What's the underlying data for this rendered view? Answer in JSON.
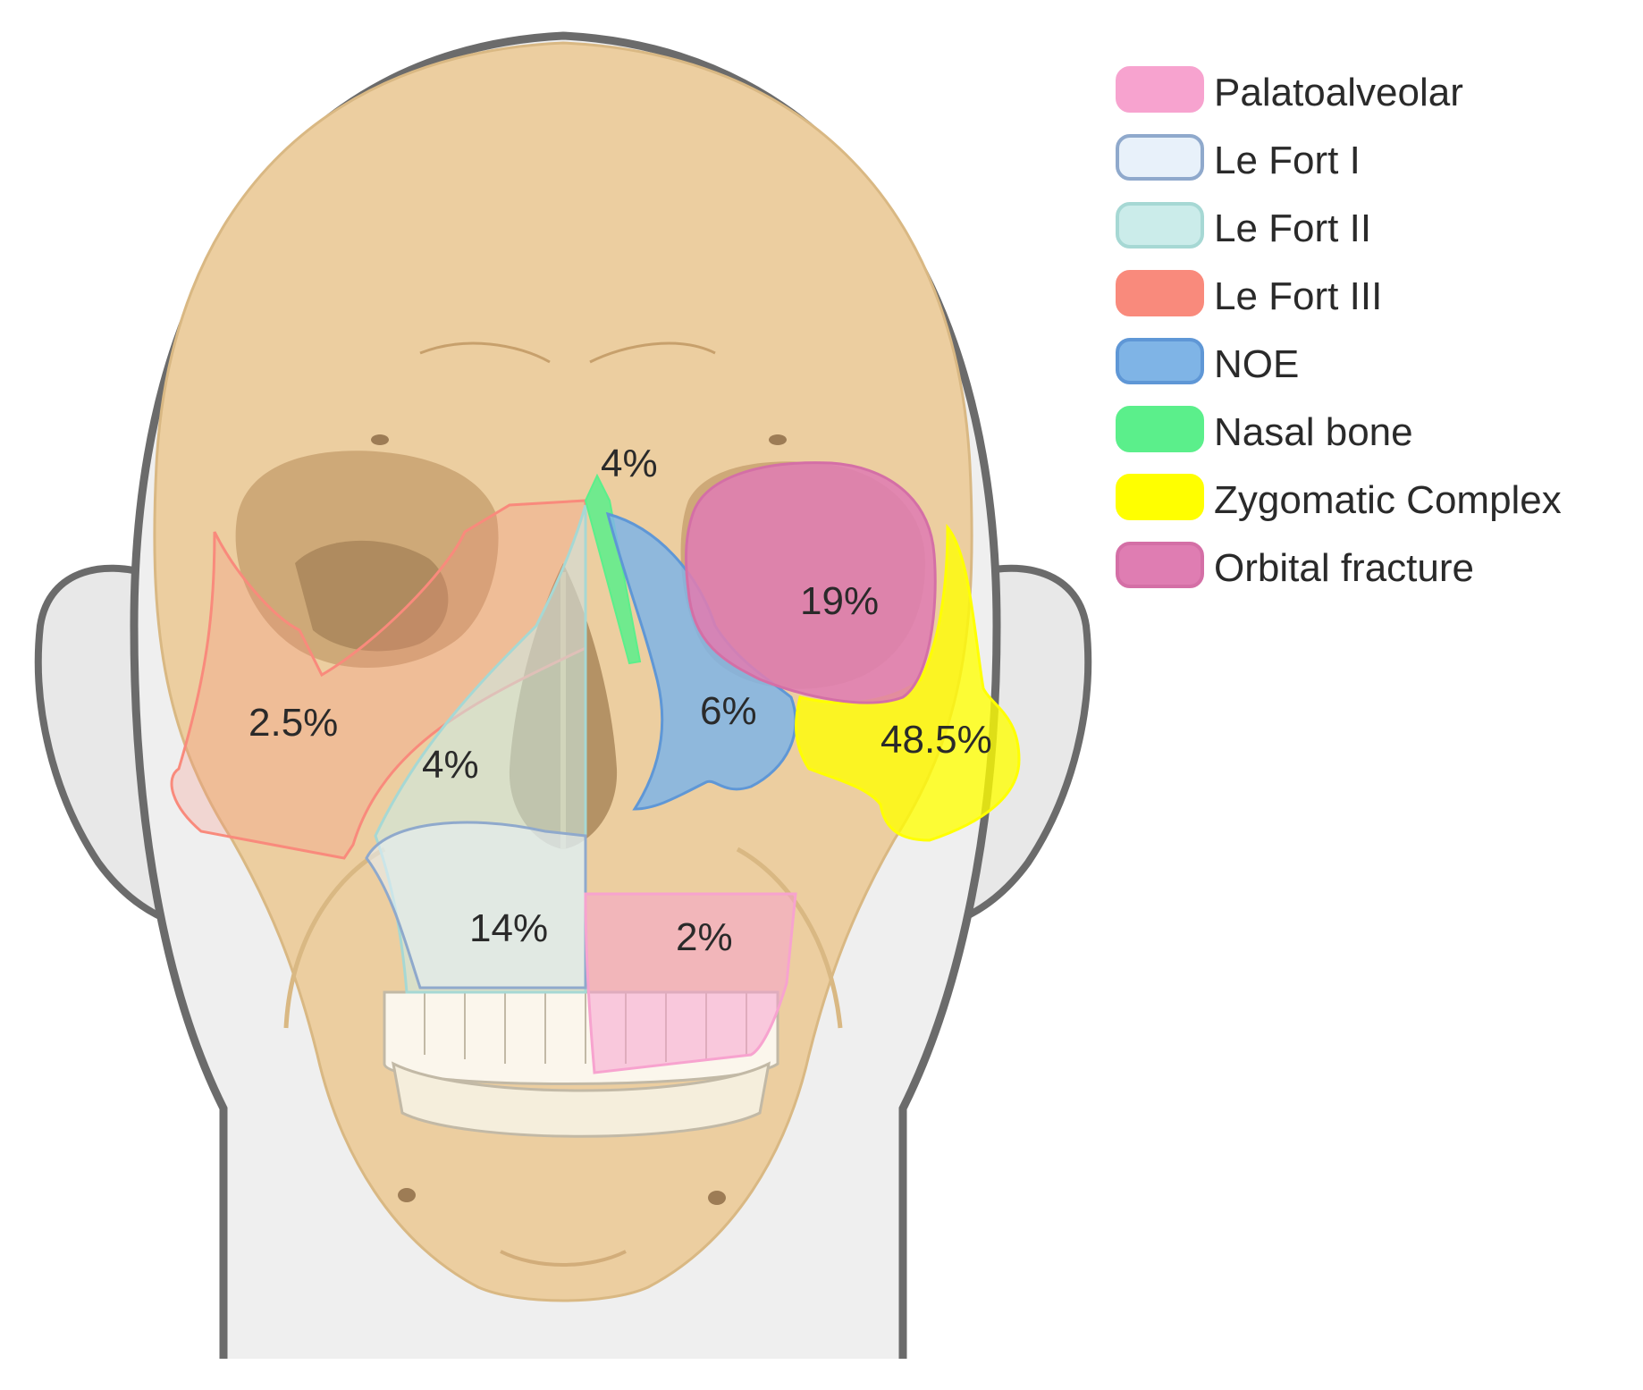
{
  "legend": [
    {
      "key": "palatoalveolar",
      "label": "Palatoalveolar",
      "fill": "#f7a3cf",
      "stroke": "#f7a3cf"
    },
    {
      "key": "lefort1",
      "label": "Le Fort I",
      "fill": "#e8f1fa",
      "stroke": "#8fa9cc"
    },
    {
      "key": "lefort2",
      "label": "Le Fort II",
      "fill": "#cbecea",
      "stroke": "#a6d8d4"
    },
    {
      "key": "lefort3",
      "label": "Le Fort III",
      "fill": "#f98a7c",
      "stroke": "#f98a7c"
    },
    {
      "key": "noe",
      "label": "NOE",
      "fill": "#7fb4e6",
      "stroke": "#5f97d6"
    },
    {
      "key": "nasal",
      "label": "Nasal bone",
      "fill": "#5bef8b",
      "stroke": "#5bef8b"
    },
    {
      "key": "zygomatic",
      "label": "Zygomatic Complex",
      "fill": "#ffff00",
      "stroke": "#ffff00"
    },
    {
      "key": "orbital",
      "label": "Orbital fracture",
      "fill": "#df7db2",
      "stroke": "#d46fa6"
    }
  ],
  "regions": [
    {
      "key": "nasal",
      "value": "4%"
    },
    {
      "key": "orbital",
      "value": "19%"
    },
    {
      "key": "lefort3",
      "value": "2.5%"
    },
    {
      "key": "noe",
      "value": "6%"
    },
    {
      "key": "zygomatic",
      "value": "48.5%"
    },
    {
      "key": "lefort2",
      "value": "4%"
    },
    {
      "key": "lefort1",
      "value": "14%"
    },
    {
      "key": "palatoalveolar",
      "value": "2%"
    }
  ]
}
